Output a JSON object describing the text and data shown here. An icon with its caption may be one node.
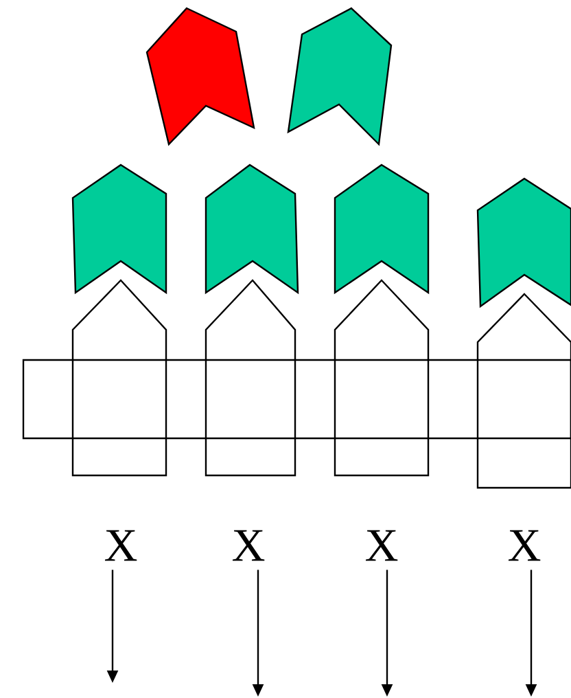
{
  "diagram": {
    "nodes": [
      {
        "text": [
          "X"
        ]
      },
      {
        "text": [
          "X"
        ]
      },
      {
        "text": [
          "X"
        ]
      },
      {
        "text": [
          "X"
        ]
      }
    ],
    "edges": [
      {
        "from": 0,
        "to": null,
        "arrow": "to"
      },
      {
        "from": 1,
        "to": null,
        "arrow": "to"
      },
      {
        "from": 2,
        "to": null,
        "arrow": "to"
      },
      {
        "from": 3,
        "to": null,
        "arrow": "to"
      }
    ]
  }
}
